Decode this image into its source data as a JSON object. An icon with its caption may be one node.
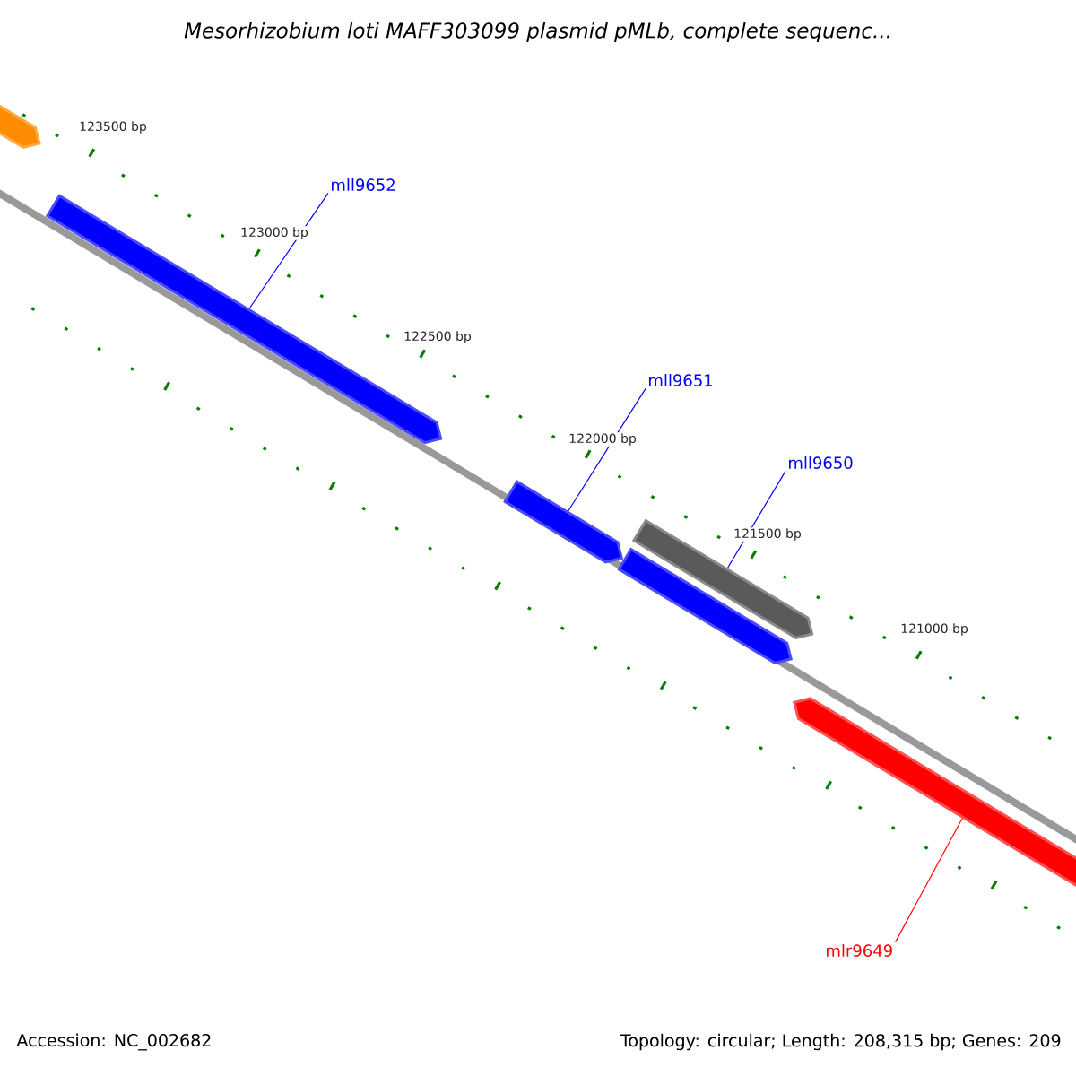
{
  "diagram": {
    "title": "Mesorhizobium loti MAFF303099 plasmid pMLb, complete sequenc...",
    "nodes": [
      {
        "text": [],
        "shape": "bar"
      },
      {
        "text": [
          "mll9652"
        ]
      },
      {
        "text": [],
        "shape": "bar"
      },
      {
        "text": [
          "mll9651"
        ]
      },
      {
        "text": [],
        "shape": "bar"
      },
      {
        "text": [
          "mll9650"
        ]
      },
      {
        "text": [],
        "shape": "bar"
      },
      {
        "text": [],
        "shape": "bar"
      },
      {
        "text": [],
        "shape": "bar"
      },
      {
        "text": [
          "mlr9649"
        ]
      }
    ],
    "edges": [
      {
        "from": 1,
        "to": 2,
        "arrow": "none"
      },
      {
        "from": 3,
        "to": 4,
        "arrow": "none"
      },
      {
        "from": 5,
        "to": 6,
        "arrow": "none"
      },
      {
        "from": 9,
        "to": 8,
        "arrow": "none",
        "color": "#ff0000"
      }
    ],
    "labels": [
      "123500 bp",
      "123000 bp",
      "122500 bp",
      "122000 bp",
      "121500 bp",
      "121000 bp",
      "Accession: NC_002682",
      "Topology: circular; Length: 208,315 bp; Genes: 209"
    ]
  }
}
